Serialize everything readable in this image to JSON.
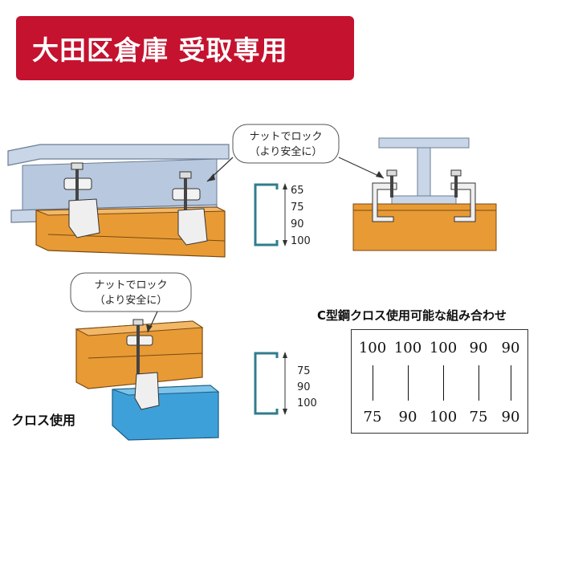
{
  "banner": {
    "title": "大田区倉庫 受取専用",
    "color": "#c4122f"
  },
  "callouts": {
    "top": {
      "line1": "ナットでロック",
      "line2": "（より安全に）"
    },
    "left": {
      "line1": "ナットでロック",
      "line2": "（より安全に）"
    }
  },
  "sizes_top": [
    "65",
    "75",
    "90",
    "100"
  ],
  "sizes_bottom": [
    "75",
    "90",
    "100"
  ],
  "combination_table": {
    "title": "C型鋼クロス使用可能な組み合わせ",
    "columns": [
      {
        "top": "100",
        "bottom": "75"
      },
      {
        "top": "100",
        "bottom": "90"
      },
      {
        "top": "100",
        "bottom": "100"
      },
      {
        "top": "90",
        "bottom": "75"
      },
      {
        "top": "90",
        "bottom": "90"
      }
    ]
  },
  "cross_label": "クロス使用",
  "colors": {
    "orange_channel": "#e89a35",
    "blue_channel": "#3ea0d8",
    "beam": "#c9d6e8"
  }
}
